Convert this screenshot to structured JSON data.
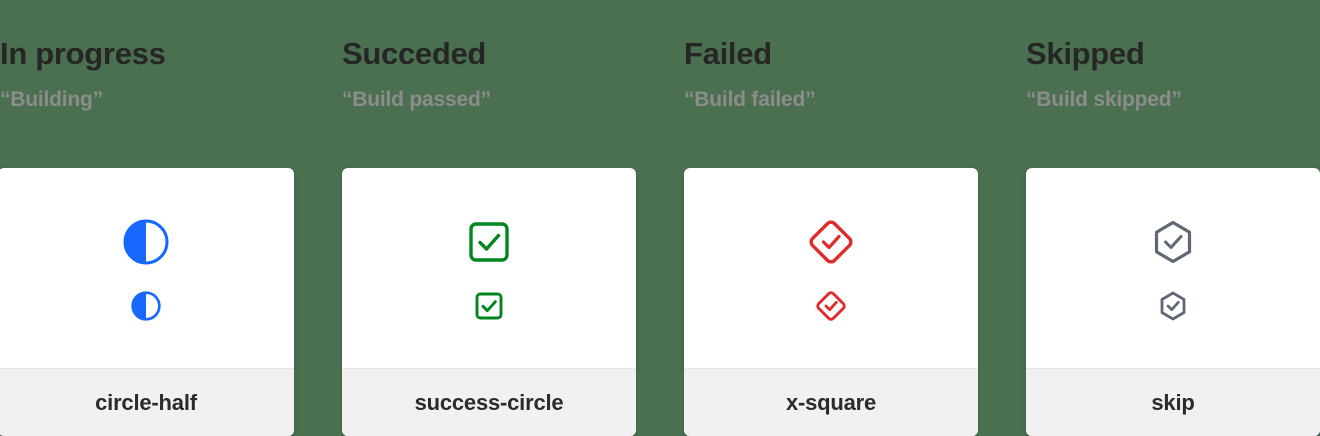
{
  "theme": {
    "background": "#4a7050",
    "card_background": "#ffffff",
    "footer_background": "#f1f1f1",
    "title_color": "#262626",
    "subtitle_color": "#8c8c8c",
    "label_color": "#2b2b2b"
  },
  "columns": [
    {
      "title": "In progress",
      "subtitle": "“Building”",
      "icon_name": "circle-half-icon",
      "icon_label": "circle-half",
      "icon_color": "#1668ff"
    },
    {
      "title": "Succeded",
      "subtitle": "“Build passed”",
      "icon_name": "success-circle-icon",
      "icon_label": "success-circle",
      "icon_color": "#038520"
    },
    {
      "title": "Failed",
      "subtitle": "“Build failed”",
      "icon_name": "x-square-icon",
      "icon_label": "x-square",
      "icon_color": "#e02b2b"
    },
    {
      "title": "Skipped",
      "subtitle": "“Build skipped”",
      "icon_name": "skip-icon",
      "icon_label": "skip",
      "icon_color": "#5f6776"
    }
  ]
}
